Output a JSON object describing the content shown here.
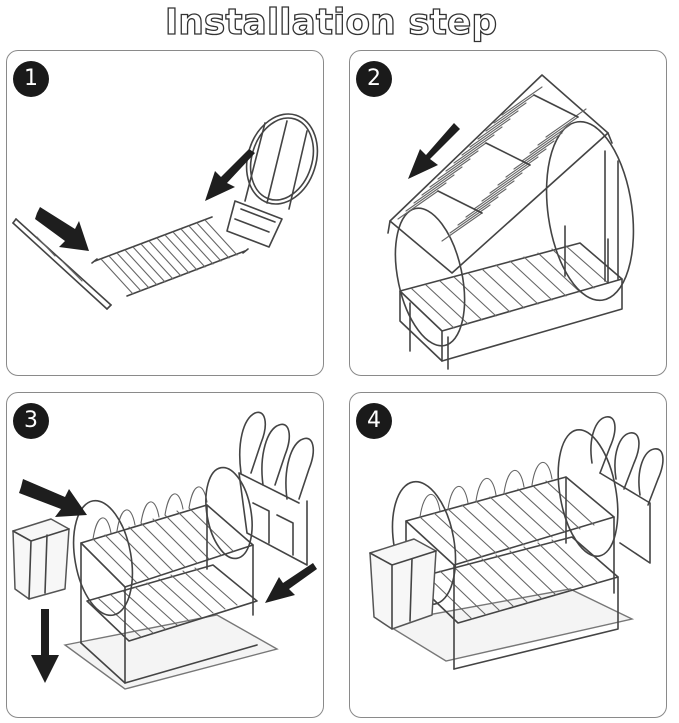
{
  "title": "Installation step",
  "steps": [
    {
      "number": "1"
    },
    {
      "number": "2"
    },
    {
      "number": "3"
    },
    {
      "number": "4"
    }
  ],
  "colors": {
    "badge": "#1a1a1a",
    "border": "#8a8a8a",
    "wire": "#444444",
    "arrow": "#1e1e1e"
  }
}
